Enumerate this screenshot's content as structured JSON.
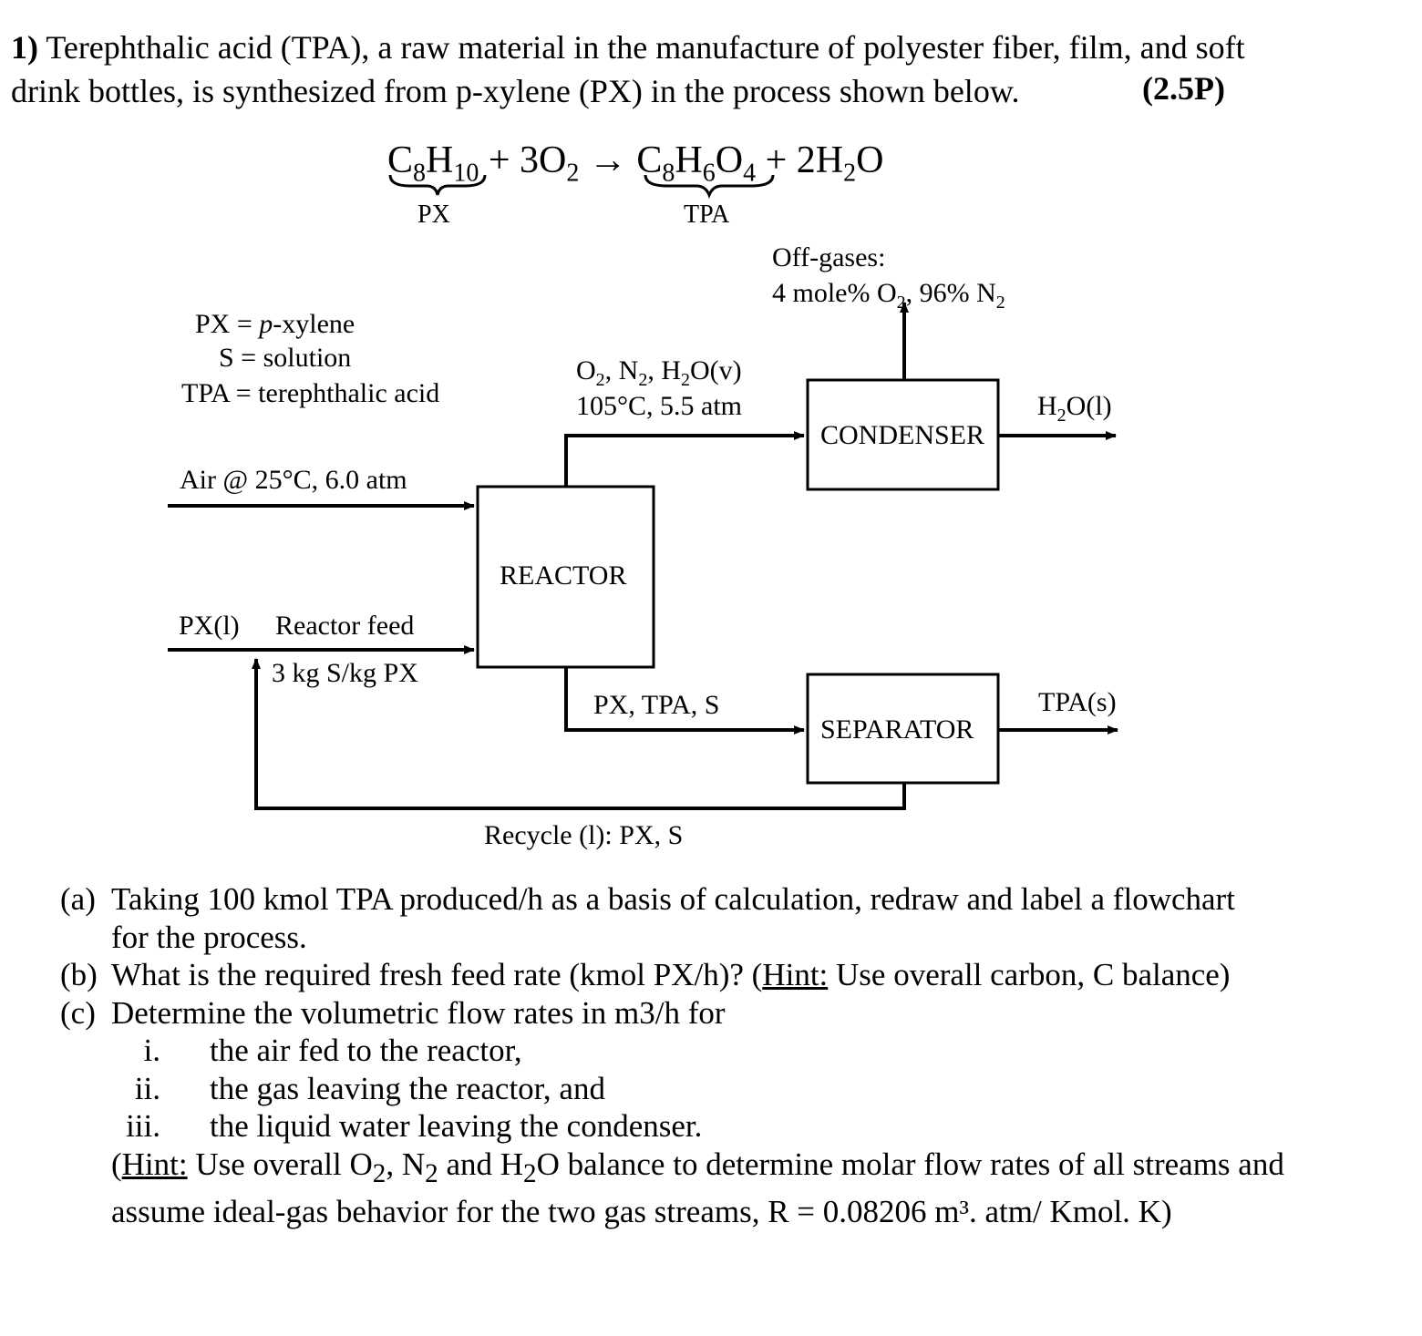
{
  "problem": {
    "number": "1)",
    "statement": "Terephthalic acid (TPA), a raw material in the manufacture of polyester fiber, film, and soft drink bottles, is synthesized from p-xylene (PX) in the process shown below.",
    "points": "(2.5P)"
  },
  "equation": {
    "plus1": "+ 3O",
    "arrow": "→",
    "plus2": "+ 2H",
    "px_label": "PX",
    "tpa_label": "TPA"
  },
  "legend": {
    "px": "PX = ",
    "px_def": "p",
    "px_def2": "-xylene",
    "s": "S = solution",
    "tpa": "TPA = terephthalic acid"
  },
  "streams": {
    "air": "Air @ 25°C, 6.0 atm",
    "px_feed": "PX(l)",
    "reactor_feed": "Reactor feed",
    "ratio": "3 kg S/kg PX",
    "gas_conditions": "105°C, 5.5 atm",
    "offgas_title": "Off-gases:",
    "offgas_comp": "4 mole% O",
    "offgas_comp2": ", 96% N",
    "water_out": "(l)",
    "reactor_liquid": "PX, TPA, S",
    "tpa_out": "TPA(s)",
    "recycle": "Recycle (l): PX, S"
  },
  "units": {
    "reactor": "REACTOR",
    "condenser": "CONDENSER",
    "separator": "SEPARATOR"
  },
  "questions": {
    "a_label": "(a)",
    "a_text": "Taking 100 kmol TPA produced/h as a basis of calculation, redraw and label a flowchart",
    "a_text2": "for the process.",
    "b_label": "(b)",
    "b_text": "What is the required fresh feed rate (kmol PX/h)? (",
    "b_hint": "Hint:",
    "b_text2": " Use overall carbon, C balance)",
    "c_label": "(c)",
    "c_text": "Determine the volumetric flow rates in m3/h for",
    "c_i_label": "i.",
    "c_i": "the air fed to the reactor,",
    "c_ii_label": "ii.",
    "c_ii": "the gas leaving the reactor, and",
    "c_iii_label": "iii.",
    "c_iii": "the liquid water leaving the condenser.",
    "hint_label": "Hint:",
    "hint_line1a": " Use overall O",
    "hint_line1b": ", N",
    "hint_line1c": " and H",
    "hint_line1d": "O balance to determine molar flow rates of all streams and",
    "hint_line2": "assume ideal-gas behavior for the two gas streams, R = 0.08206 m³. atm/ Kmol. K)"
  }
}
